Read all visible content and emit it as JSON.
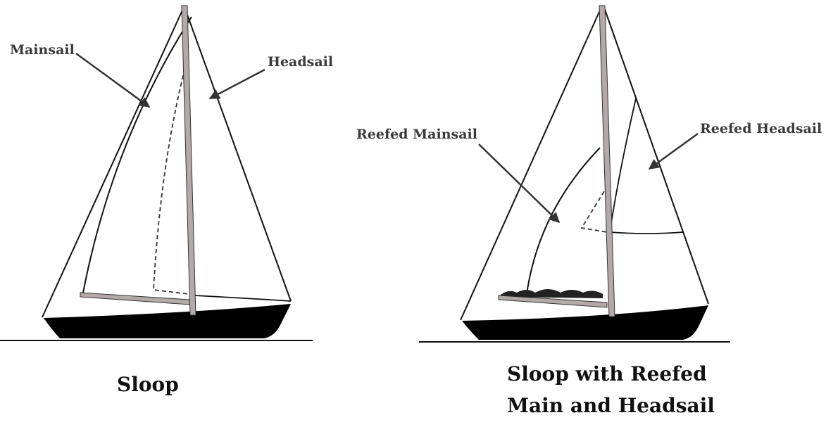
{
  "diagrams": [
    {
      "caption_lines": [
        "Sloop"
      ],
      "labels": {
        "mainsail": "Mainsail",
        "headsail": "Headsail"
      }
    },
    {
      "caption_lines": [
        "Sloop with Reefed",
        "Main and Headsail"
      ],
      "labels": {
        "reefed_mainsail": "Reefed Mainsail",
        "reefed_headsail": "Reefed Headsail"
      }
    }
  ],
  "colors": {
    "hull": "#000000",
    "mast": "#b3a9a9",
    "line": "#111111",
    "arrow": "#333333",
    "label": "#3a3a3a"
  }
}
